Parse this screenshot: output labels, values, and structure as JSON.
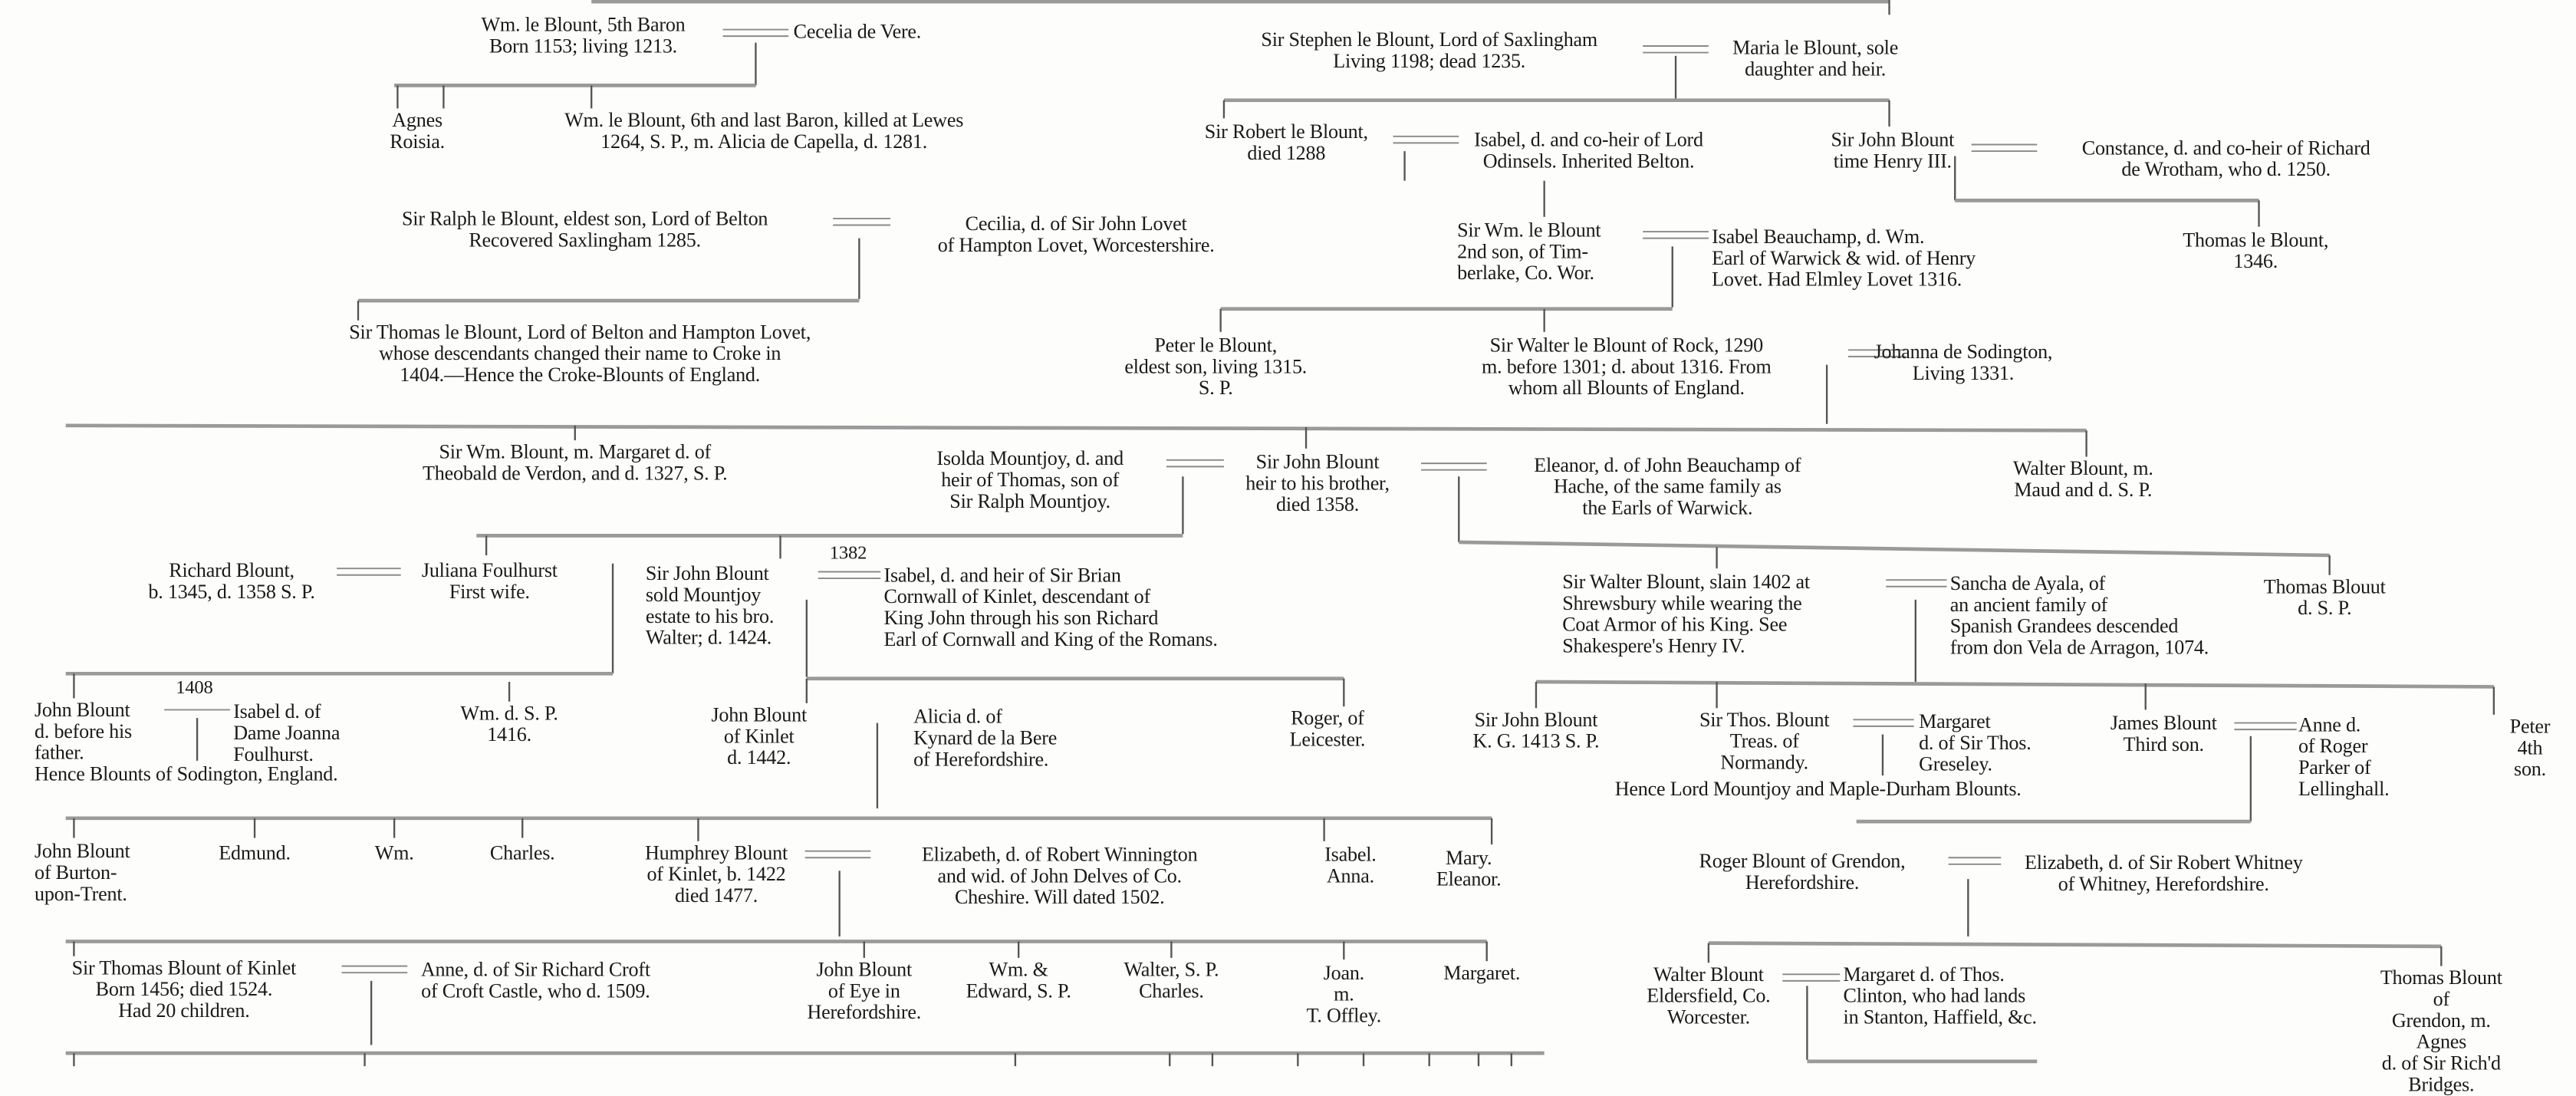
{
  "title": "Blount family genealogy chart",
  "nodes": [
    "Wm. le Blount, 5th Baron\nBorn 1153; living 1213.",
    "Cecelia de Vere.",
    "Sir Stephen le Blount, Lord of Saxlingham\nLiving 1198; dead 1235.",
    "Maria le Blount, sole\ndaughter and heir.",
    "Agnes\nRoisia.",
    "Wm. le Blount, 6th and last Baron, killed at Lewes\n1264, S. P., m. Alicia de Capella, d. 1281.",
    "Sir Robert le Blount,\ndied 1288",
    "Isabel, d. and co-heir of Lord\nOdinsels. Inherited Belton.",
    "Sir John Blount\ntime Henry III.",
    "Constance, d. and co-heir of Richard\nde Wrotham, who d. 1250.",
    "Sir Ralph le Blount, eldest son, Lord of Belton\nRecovered Saxlingham 1285.",
    "Cecilia, d. of Sir John Lovet\nof Hampton Lovet, Worcestershire.",
    "Sir Wm. le Blount\n2nd son, of Tim-\nberlake, Co. Wor.",
    "Isabel Beauchamp, d. Wm.\nEarl of Warwick & wid. of Henry\nLovet.  Had Elmley Lovet 1316.",
    "Thomas le Blount,\n1346.",
    "Sir Thomas le Blount, Lord of Belton and Hampton Lovet,\nwhose descendants changed their name to Croke in\n1404.—Hence the Croke-Blounts of England.",
    "Peter le Blount,\neldest son, living 1315.\nS. P.",
    "Sir Walter le Blount of Rock, 1290\nm. before 1301; d. about 1316. From\nwhom all Blounts of England.",
    "Johanna de Sodington,\nLiving 1331.",
    "Sir Wm. Blount, m. Margaret d. of\nTheobald de Verdon, and d. 1327, S. P.",
    "Isolda Mountjoy, d. and\nheir of Thomas, son of\nSir Ralph Mountjoy.",
    "Sir John Blount\nheir to his brother,\ndied 1358.",
    "Eleanor, d. of John Beauchamp of\nHache, of the same family as\nthe Earls of Warwick.",
    "Walter Blount, m.\nMaud and d. S. P.",
    "Richard Blount,\nb. 1345, d. 1358 S. P.",
    "Juliana Foulhurst\nFirst wife.",
    "1382",
    "Sir John Blount\nsold Mountjoy\nestate to his bro.\nWalter; d. 1424.",
    "Isabel, d. and heir of Sir Brian\nCornwall of Kinlet, descendant of\nKing John through his son Richard\nEarl of Cornwall and King of the Romans.",
    "Sir Walter Blount, slain 1402 at\nShrewsbury while wearing the\nCoat Armor of his King.  See\nShakespere's Henry IV.",
    "Sancha de Ayala, of\nan ancient family of\nSpanish Grandees descended\nfrom don Vela de Arragon, 1074.",
    "Thomas Blouut\nd. S. P.",
    "1408",
    "John Blount\nd. before his\nfather.\nHence Blounts of Sodington, England.",
    "Isabel d. of\nDame Joanna\nFoulhurst.",
    "Wm. d. S. P.\n1416.",
    "John Blount\nof Kinlet\nd. 1442.",
    "Alicia d. of\nKynard de la Bere\nof Herefordshire.",
    "Roger, of\nLeicester.",
    "Sir John Blount\nK. G. 1413 S. P.",
    "Sir Thos. Blount\nTreas. of\nNormandy.",
    "Margaret\nd. of Sir Thos.\nGreseley.",
    "James Blount\nThird son.",
    "Anne d.\nof Roger\nParker of\nLellinghall.",
    "Peter\n4th son.",
    "Hence Lord Mountjoy and Maple-Durham Blounts.",
    "John Blount\nof Burton-\nupon-Trent.",
    "Edmund.",
    "Wm.",
    "Charles.",
    "Humphrey Blount\nof Kinlet, b. 1422\ndied 1477.",
    "Elizabeth, d. of Robert Winnington\nand wid. of John Delves of Co.\nCheshire.  Will dated 1502.",
    "Isabel.\nAnna.",
    "Mary.\nEleanor.",
    "Roger Blount of Grendon,\nHerefordshire.",
    "Elizabeth, d. of Sir Robert Whitney\nof Whitney, Herefordshire.",
    "Sir Thomas Blount of Kinlet\nBorn 1456; died 1524.\nHad 20 children.",
    "Anne, d. of Sir Richard Croft\nof Croft Castle, who d. 1509.",
    "John Blount\nof Eye in\nHerefordshire.",
    "Wm. &\nEdward, S. P.",
    "Walter, S. P.\nCharles.",
    "Joan.\nm.\nT. Offley.",
    "Margaret.",
    "Walter Blount\nEldersfield, Co.\nWorcester.",
    "Margaret d. of Thos.\nClinton, who had lands\nin Stanton, Haffield, &c.",
    "Thomas Blount of\nGrendon, m. Agnes\nd. of Sir Rich'd Bridges."
  ]
}
